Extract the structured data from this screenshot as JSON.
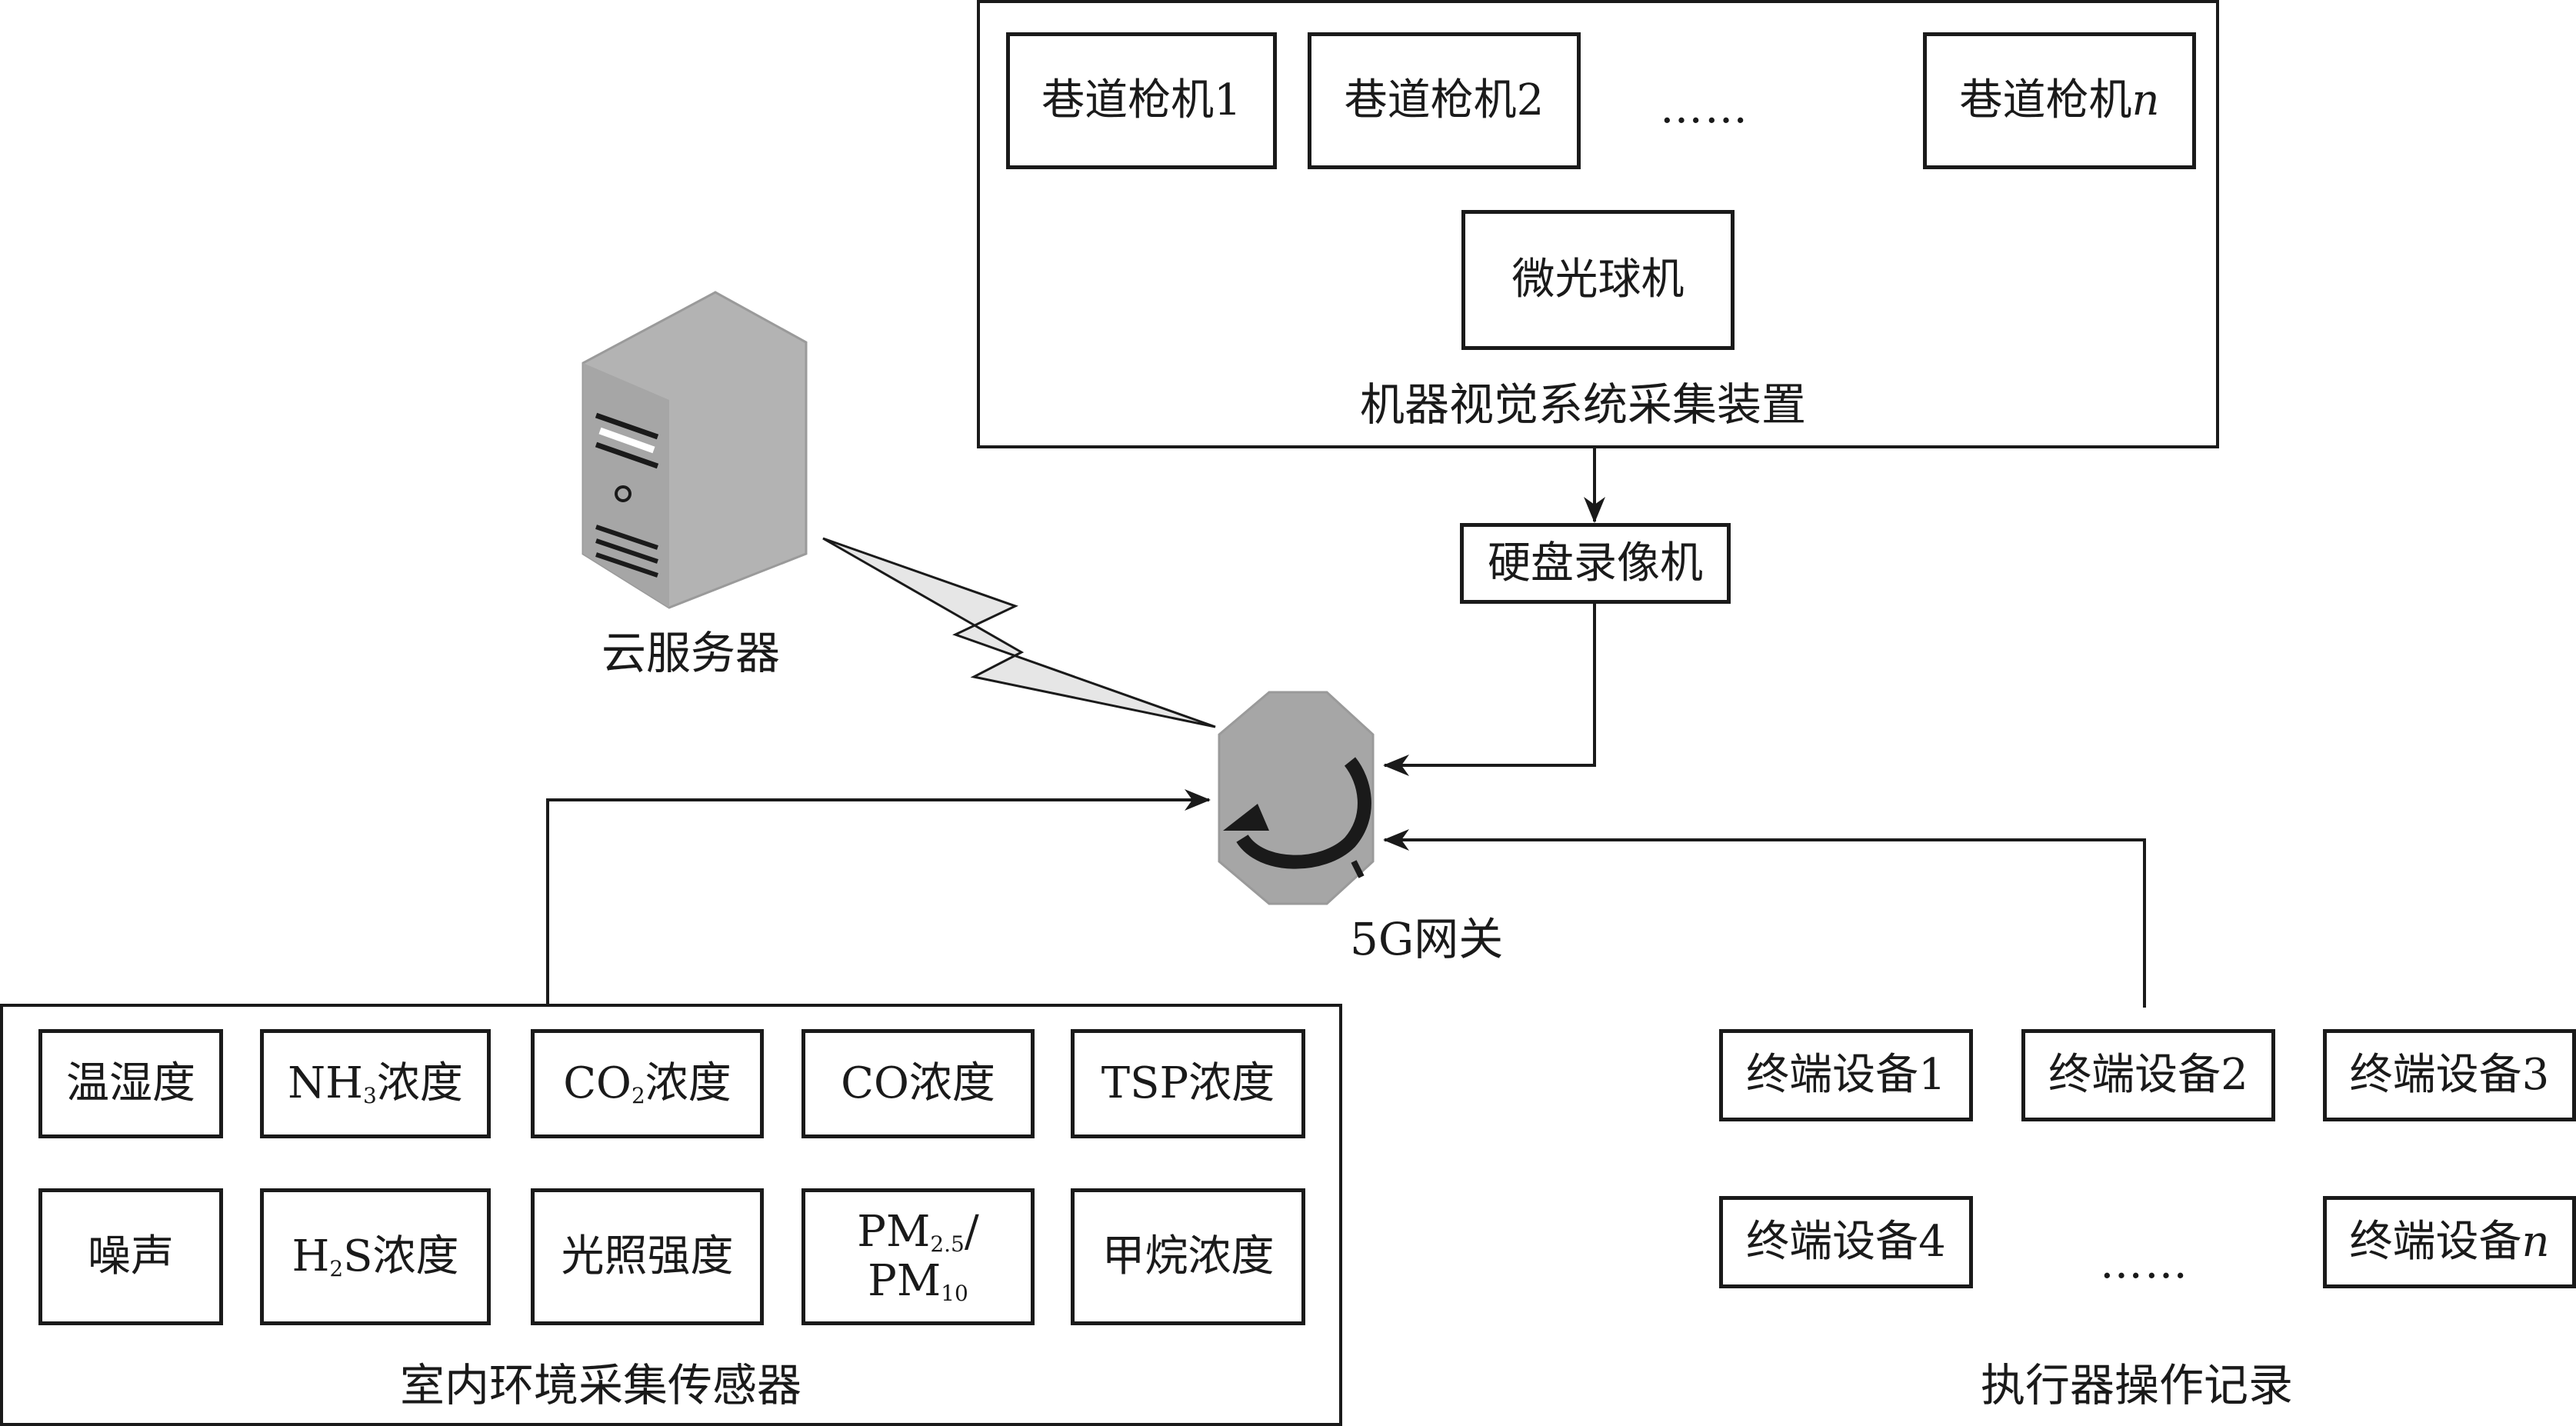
{
  "machine_vision": {
    "group_label": "机器视觉系统采集装置",
    "camera_1": "巷道枪机1",
    "camera_2": "巷道枪机2",
    "ellipsis": "……",
    "camera_n_prefix": "巷道枪机",
    "camera_n_suffix": "n",
    "dome_camera": "微光球机"
  },
  "nvr": "硬盘录像机",
  "cloud_server": "云服务器",
  "gateway": "5G网关",
  "sensors": {
    "group_label": "室内环境采集传感器",
    "temp_humidity": "温湿度",
    "nh3_a": "NH",
    "nh3_sub": "3",
    "nh3_b": "浓度",
    "co2_a": "CO",
    "co2_sub": "2",
    "co2_b": "浓度",
    "co": "CO浓度",
    "tsp": "TSP浓度",
    "noise": "噪声",
    "h2s_a": "H",
    "h2s_sub": "2",
    "h2s_b": "S浓度",
    "light": "光照强度",
    "pm25_a": "PM",
    "pm25_sub": "2.5",
    "pm_slash": "/",
    "pm10_a": "PM",
    "pm10_sub": "10",
    "methane": "甲烷浓度"
  },
  "actuators": {
    "group_label": "执行器操作记录",
    "device_1": "终端设备1",
    "device_2": "终端设备2",
    "device_3": "终端设备3",
    "device_4": "终端设备4",
    "ellipsis": "……",
    "device_n_prefix": "终端设备",
    "device_n_suffix": "n"
  },
  "colors": {
    "line": "#1a1a1a",
    "device_gray": "#b3b3b3",
    "lightning_fill": "#e6e6e6"
  }
}
